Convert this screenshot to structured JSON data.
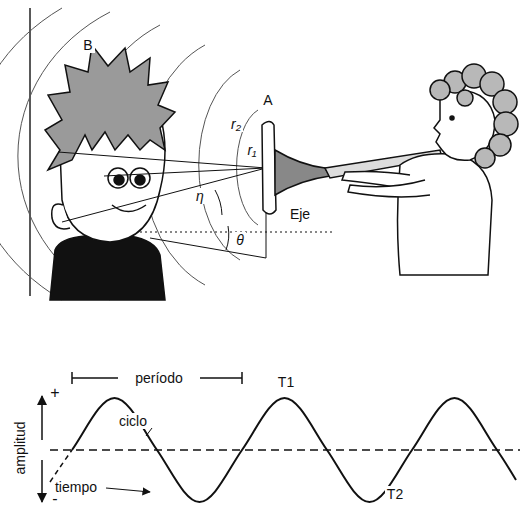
{
  "diagram": {
    "labels": [
      "B",
      "A",
      "r₂",
      "r₁",
      "η",
      "θ",
      "Eje",
      "período",
      "T1",
      "ciclo",
      "amplitud",
      "tiempo",
      "T2",
      "+",
      "-"
    ]
  }
}
